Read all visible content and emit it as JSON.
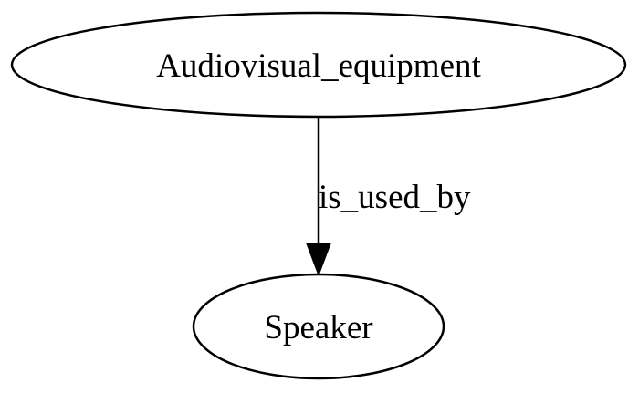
{
  "diagram": {
    "nodes": {
      "source": {
        "label": "Audiovisual_equipment"
      },
      "target": {
        "label": "Speaker"
      }
    },
    "edge": {
      "label": "is_used_by"
    }
  }
}
